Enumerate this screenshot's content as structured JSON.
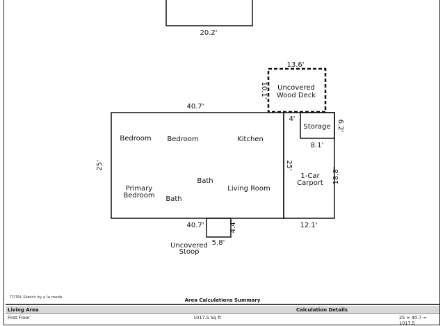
{
  "plan": {
    "dims": {
      "top_width": "20.2'",
      "deck_width": "13.6'",
      "deck_depth": "10.1'",
      "house_width": "40.7'",
      "house_depth": "25'",
      "storage_gap": "4'",
      "storage_depth": "6.2'",
      "storage_width": "8.1'",
      "carport_inner_depth": "25'",
      "carport_depth": "18.8'",
      "house_bottom_width": "40.7'",
      "stoop_depth": "4.4'",
      "stoop_width": "5.8'",
      "carport_width": "12.1'"
    },
    "rooms": {
      "deck_line1": "Uncovered",
      "deck_line2": "Wood Deck",
      "bedroom_a": "Bedroom",
      "bedroom_b": "Bedroom",
      "kitchen": "Kitchen",
      "storage": "Storage",
      "bath_a": "Bath",
      "living_room": "Living Room",
      "primary_line1": "Primary",
      "primary_line2": "Bedroom",
      "bath_b": "Bath",
      "carport_line1": "1-Car",
      "carport_line2": "Carport",
      "stoop_line1": "Uncovered",
      "stoop_line2": "Stoop"
    }
  },
  "footer": {
    "credit": "TOTAL Sketch by a la mode",
    "summary_title": "Area Calculations Summary",
    "col_living_area": "Living Area",
    "col_calc_details": "Calculation Details",
    "row_first_floor": {
      "name": "First Floor",
      "area": "1017.5 Sq ft",
      "calc": "25 × 40.7 = 1017.5"
    }
  }
}
